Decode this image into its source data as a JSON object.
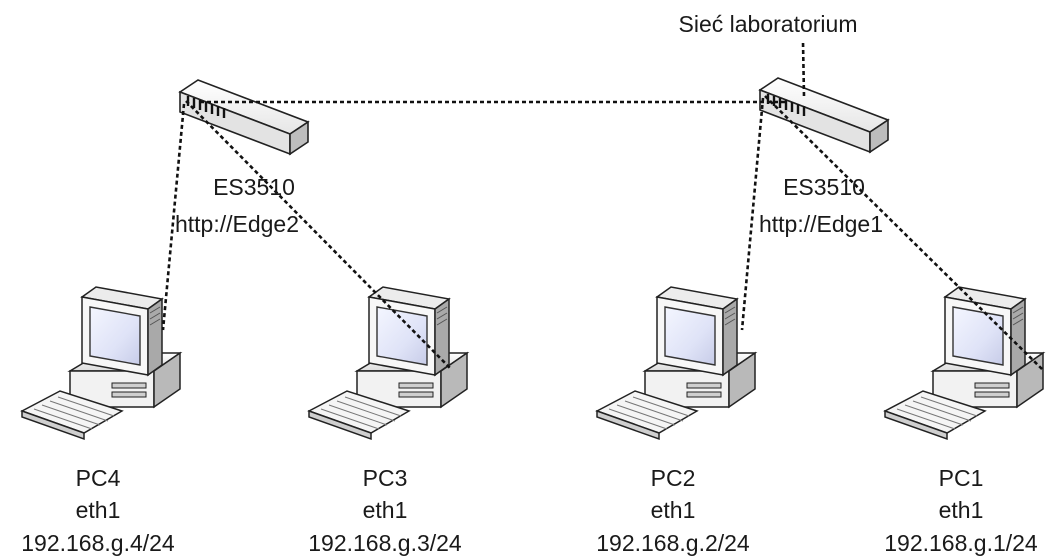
{
  "network": {
    "label": "Sieć laboratorium"
  },
  "switches": [
    {
      "id": "edge2",
      "model": "ES3510",
      "url": "http://Edge2"
    },
    {
      "id": "edge1",
      "model": "ES3510",
      "url": "http://Edge1"
    }
  ],
  "pcs": [
    {
      "id": "pc4",
      "name": "PC4",
      "iface": "eth1",
      "ip": "192.168.g.4/24"
    },
    {
      "id": "pc3",
      "name": "PC3",
      "iface": "eth1",
      "ip": "192.168.g.3/24"
    },
    {
      "id": "pc2",
      "name": "PC2",
      "iface": "eth1",
      "ip": "192.168.g.2/24"
    },
    {
      "id": "pc1",
      "name": "PC1",
      "iface": "eth1",
      "ip": "192.168.g.1/24"
    }
  ]
}
